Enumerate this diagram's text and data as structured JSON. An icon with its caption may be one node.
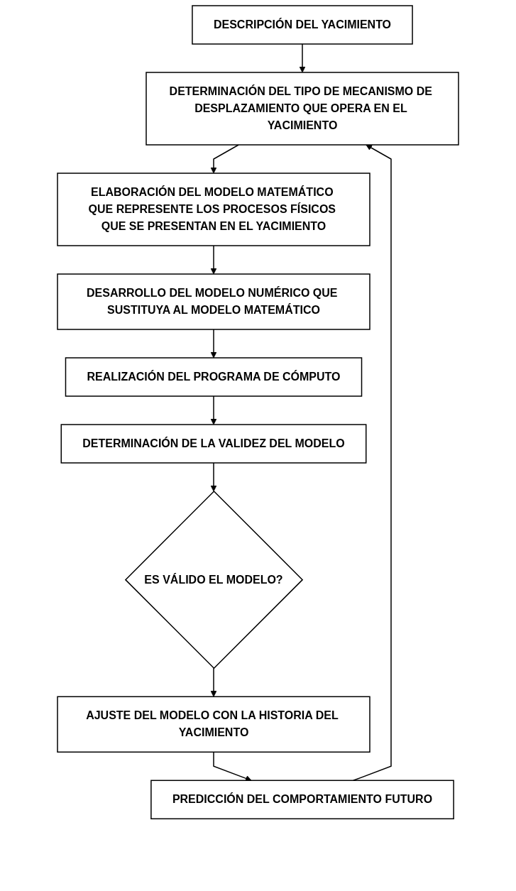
{
  "diagram": {
    "nodes": [
      {
        "text": [
          "DESCRIPCIÓN DEL YACIMIENTO"
        ]
      },
      {
        "text": [
          "DETERMINACIÓN DEL TIPO DE MECANISMO DE DESPLAZAMIENTO QUE OPERA EN EL YACIMIENTO"
        ]
      },
      {
        "text": [
          "ELABORACIÓN DEL MODELO MATEMÁTICO QUE REPRESENTE LOS PROCESOS FÍSICOS QUE SE PRESENTAN EN EL YACIMIENTO"
        ]
      },
      {
        "text": [
          "DESARROLLO DEL MODELO NUMÉRICO QUE SUSTITUYA AL MODELO MATEMÁTICO"
        ]
      },
      {
        "text": [
          "REALIZACIÓN DEL PROGRAMA DE CÓMPUTO"
        ]
      },
      {
        "text": [
          "DETERMINACIÓN DE LA VALIDEZ DEL MODELO"
        ]
      },
      {
        "text": [
          "ES VÁLIDO EL MODELO?"
        ]
      },
      {
        "text": [
          "AJUSTE DEL MODELO CON LA HISTORIA DEL YACIMIENTO"
        ]
      },
      {
        "text": [
          "PREDICCIÓN DEL COMPORTAMIENTO FUTURO"
        ]
      }
    ],
    "edges": [
      {
        "from": 0,
        "to": 1,
        "arrow": "to"
      },
      {
        "from": 1,
        "to": 2,
        "arrow": "to"
      },
      {
        "from": 2,
        "to": 3,
        "arrow": "to"
      },
      {
        "from": 3,
        "to": 4,
        "arrow": "to"
      },
      {
        "from": 4,
        "to": 5,
        "arrow": "to"
      },
      {
        "from": 5,
        "to": 6,
        "arrow": "to"
      },
      {
        "from": 6,
        "to": 7,
        "arrow": "to"
      },
      {
        "from": 7,
        "to": 8,
        "arrow": "to"
      },
      {
        "from": 8,
        "to": 1,
        "arrow": "to"
      }
    ]
  }
}
